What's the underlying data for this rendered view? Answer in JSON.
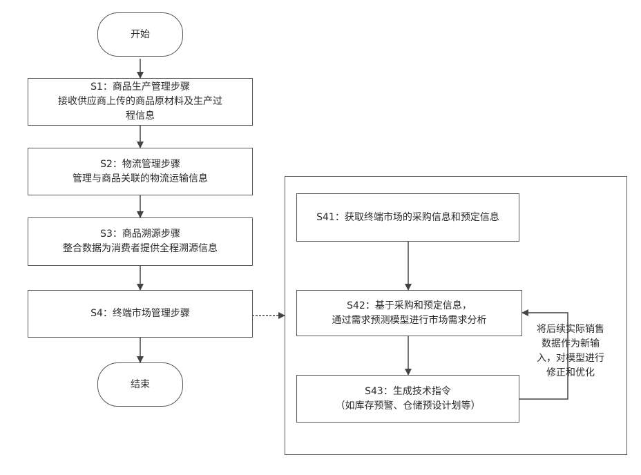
{
  "main_flow": {
    "start": "开始",
    "s1": {
      "line1": "S1：商品生产管理步骤",
      "line2": "接收供应商上传的商品原材料及生产过",
      "line3": "程信息"
    },
    "s2": {
      "line1": "S2：物流管理步骤",
      "line2": "管理与商品关联的物流运输信息"
    },
    "s3": {
      "line1": "S3：商品溯源步骤",
      "line2": "整合数据为消费者提供全程溯源信息"
    },
    "s4": {
      "line1": "S4：终端市场管理步骤"
    },
    "end": "结束"
  },
  "sub_flow": {
    "s41": {
      "line1": "S41：获取终端市场的采购信息和预定信息"
    },
    "s42": {
      "line1": "S42：基于采购和预定信息，",
      "line2": "通过需求预测模型进行市场需求分析"
    },
    "s43": {
      "line1": "S43：生成技术指令",
      "line2": "（如库存预警、仓储预设计划等）"
    },
    "feedback_note": {
      "line1": "将后续实际销售",
      "line2": "数据作为新输",
      "line3": "入，对模型进行",
      "line4": "修正和优化"
    }
  }
}
